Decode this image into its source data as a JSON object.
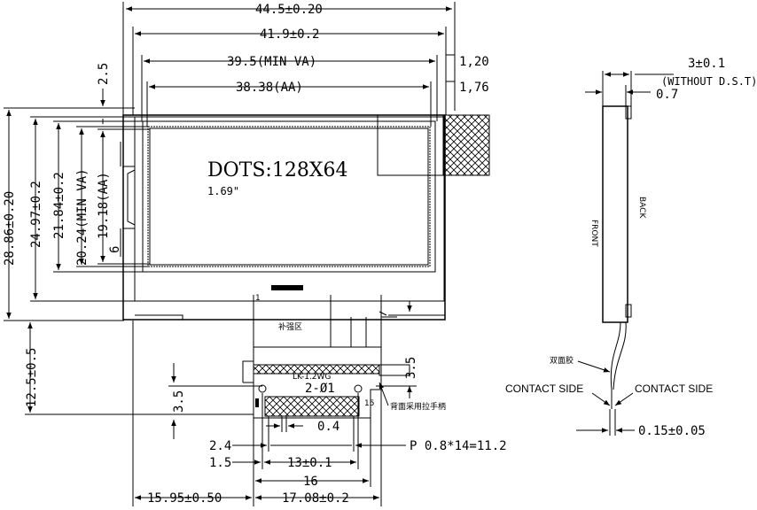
{
  "front_view": {
    "dim_overall_width": "44.5±0.20",
    "dim_width_2": "41.9±0.2",
    "dim_min_va": "39.5(MIN VA)",
    "dim_aa": "38.38(AA)",
    "dim_right_1": "1,20",
    "dim_right_2": "1,76",
    "dim_left_top": "2.5",
    "dim_overall_height": "28.86±0.20",
    "dim_height_2": "24.97±0.2",
    "dim_height_3": "21.84±0.2",
    "dim_height_min_va": "20.24(MIN VA)",
    "dim_height_aa": "19.18(AA)",
    "dim_left_small": "6",
    "dots_label": "DOTS:128X64",
    "size_label": "1.69\"",
    "fpc_cn_label": "补强区",
    "dim_tail": "12.5±0.5",
    "dim_hole_left": "3.5",
    "dim_hole_right": "3.5",
    "hole_label": "2-Ø1",
    "pin_label": "15",
    "pin1_label": "1",
    "fpc_note_cn": "背面采用拉手柄",
    "dim_pitch_small": "0.4",
    "dim_2_4": "2.4",
    "dim_pitch": "P 0.8*14=11.2",
    "dim_1_5": "1.5",
    "dim_13": "13±0.1",
    "dim_16": "16",
    "dim_15_95": "15.95±0.50",
    "dim_17_08": "17.08±0.2",
    "fpc_text_small": "LK-1.2WG"
  },
  "side_view": {
    "dim_thickness": "3±0.1",
    "dim_thickness_note": "(WITHOUT D.S.T)",
    "dim_0_7": "0.7",
    "front_label": "FRONT",
    "back_label": "BACK",
    "cn_label": "双面胶",
    "contact_side_left": "CONTACT SIDE",
    "contact_side_right": "CONTACT SIDE",
    "dim_fpc_thickness": "0.15±0.05"
  }
}
